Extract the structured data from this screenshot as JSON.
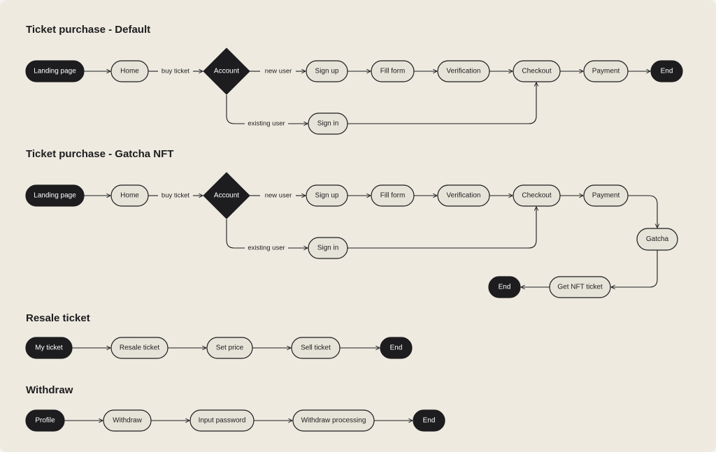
{
  "sections": [
    {
      "id": "default",
      "title": "Ticket purchase - Default"
    },
    {
      "id": "gatcha",
      "title": "Ticket purchase - Gatcha NFT"
    },
    {
      "id": "resale",
      "title": "Resale ticket"
    },
    {
      "id": "withdraw",
      "title": "Withdraw"
    }
  ],
  "flows": {
    "default": {
      "nodes": [
        "Landing page",
        "Home",
        "Account",
        "Sign up",
        "Fill form",
        "Verification",
        "Checkout",
        "Payment",
        "End",
        "Sign in"
      ],
      "edge_labels": [
        "buy ticket",
        "new user",
        "existing user"
      ]
    },
    "gatcha": {
      "nodes": [
        "Landing page",
        "Home",
        "Account",
        "Sign up",
        "Fill form",
        "Verification",
        "Checkout",
        "Payment",
        "Gatcha",
        "Get NFT ticket",
        "End",
        "Sign in"
      ],
      "edge_labels": [
        "buy ticket",
        "new user",
        "existing user"
      ]
    },
    "resale": {
      "nodes": [
        "My ticket",
        "Resale ticket",
        "Set price",
        "Sell ticket",
        "End"
      ]
    },
    "withdraw": {
      "nodes": [
        "Profile",
        "Withdraw",
        "Input password",
        "Withdraw processing",
        "End"
      ]
    }
  },
  "colors": {
    "background": "#eeeae0",
    "node_light_fill": "#e6e3d8",
    "node_dark_fill": "#1d1d1f",
    "stroke": "#1d1d1f"
  }
}
